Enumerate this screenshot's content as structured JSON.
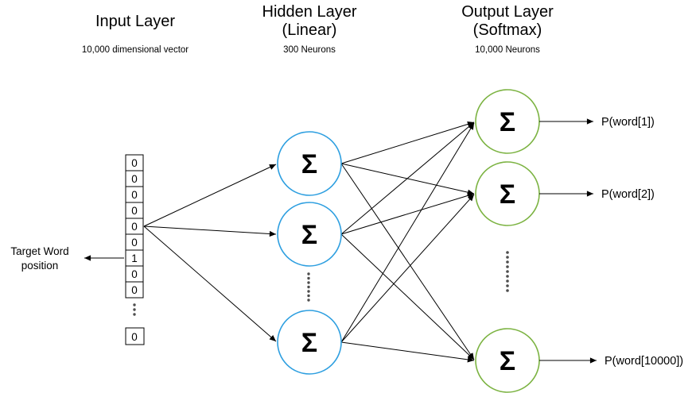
{
  "columns": {
    "input": {
      "title": "Input Layer",
      "subtitle": "10,000 dimensional vector"
    },
    "hidden": {
      "title": "Hidden Layer",
      "title2": "(Linear)",
      "subtitle": "300 Neurons"
    },
    "output": {
      "title": "Output Layer",
      "title2": "(Softmax)",
      "subtitle": "10,000 Neurons"
    }
  },
  "input_vector": {
    "cells": [
      "0",
      "0",
      "0",
      "0",
      "0",
      "0",
      "1",
      "0",
      "0"
    ],
    "last_cell": "0",
    "highlight_color": "#6feaf2",
    "label_line1": "Target Word",
    "label_line2": "position"
  },
  "hidden_layer": {
    "neuron_symbol": "Σ",
    "stroke_color": "#2e9fe0"
  },
  "output_layer": {
    "neuron_symbol": "Σ",
    "stroke_color": "#7cb342",
    "labels": [
      "P(word[1])",
      "P(word[2])",
      "P(word[10000])"
    ]
  }
}
